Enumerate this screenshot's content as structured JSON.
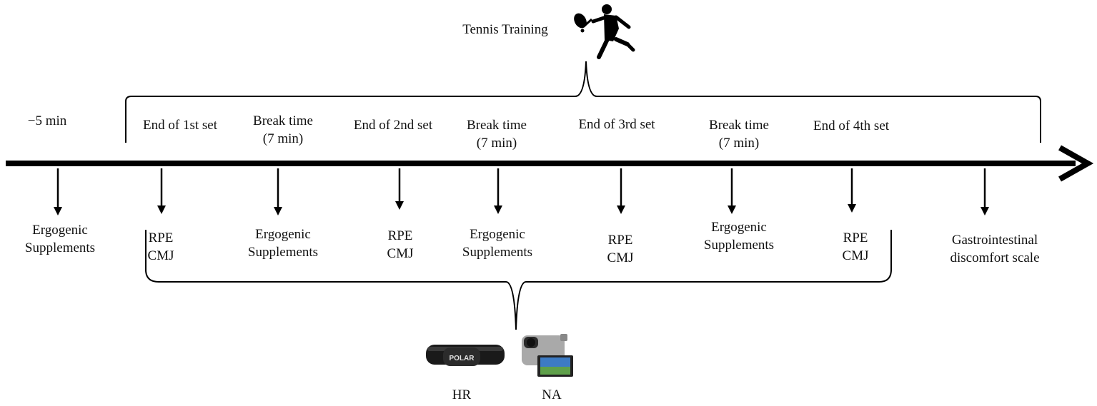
{
  "training": {
    "label": "Tennis Training",
    "icon": "tennis-player-icon"
  },
  "timepoints": {
    "pre": "−5 min",
    "set1": "End of 1st set",
    "break1": [
      "Break time",
      "(7 min)"
    ],
    "set2": "End of 2nd set",
    "break2": [
      "Break time",
      "(7 min)"
    ],
    "set3": "End of 3rd set",
    "break3": [
      "Break time",
      "(7 min)"
    ],
    "set4": "End of 4th set"
  },
  "measures": {
    "pre": [
      "Ergogenic",
      "Supplements"
    ],
    "set1": [
      "RPE",
      "CMJ"
    ],
    "break1": [
      "Ergogenic",
      "Supplements"
    ],
    "set2": [
      "RPE",
      "CMJ"
    ],
    "break2": [
      "Ergogenic",
      "Supplements"
    ],
    "set3": [
      "RPE",
      "CMJ"
    ],
    "break3": [
      "Ergogenic",
      "Supplements"
    ],
    "set4": [
      "RPE",
      "CMJ"
    ],
    "post": [
      "Gastrointestinal",
      "discomfort scale"
    ]
  },
  "devices": {
    "hr_label": "HR",
    "na_label": "NA",
    "hr_brand": "POLAR",
    "hr_icon": "heart-rate-strap-icon",
    "na_icon": "video-camera-icon"
  },
  "colors": {
    "ink": "#000000"
  }
}
